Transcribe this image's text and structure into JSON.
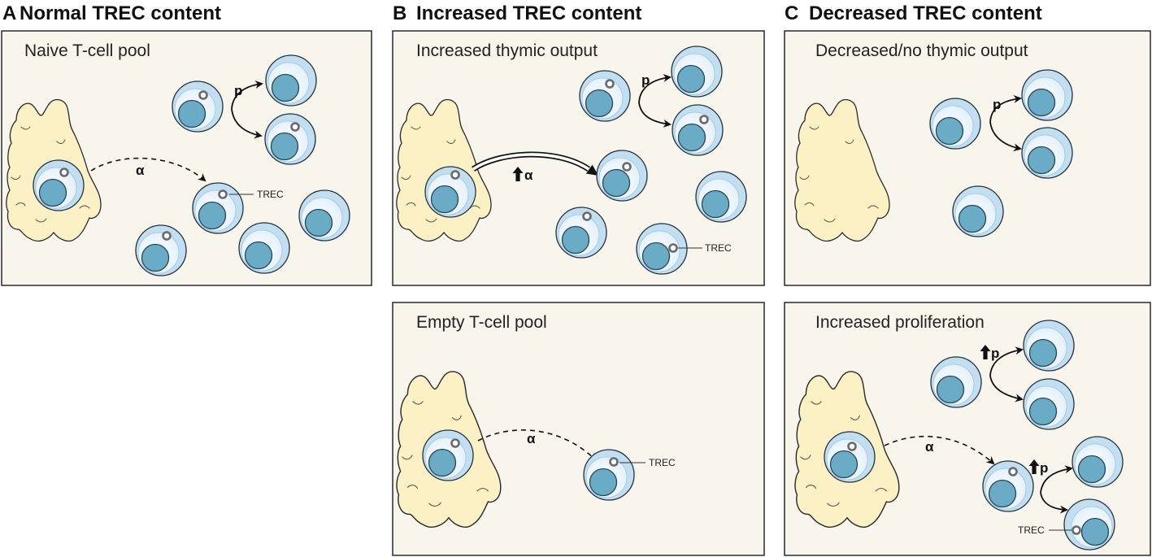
{
  "headers": {
    "a": {
      "letter": "A",
      "title": "Normal TREC content"
    },
    "b": {
      "letter": "B",
      "title": "Increased TREC content"
    },
    "c": {
      "letter": "C",
      "title": "Decreased TREC content"
    }
  },
  "panels": {
    "a": {
      "title": "Naive T-cell pool"
    },
    "b_top": {
      "title": "Increased thymic output"
    },
    "b_bottom": {
      "title": "Empty T-cell pool"
    },
    "c_top": {
      "title": "Decreased/no thymic output"
    },
    "c_bottom": {
      "title": "Increased proliferation"
    }
  },
  "labels": {
    "proliferation": "p",
    "thymic_output": "α",
    "trec": "TREC"
  },
  "icons": {
    "increase": "up-arrow-icon"
  },
  "colors": {
    "panel_background": "#f7f5ec",
    "thymus": "#fbf1c4",
    "nucleus": "#6aabc5",
    "cell_rim": "#c2def1",
    "arrow": "#111111"
  }
}
